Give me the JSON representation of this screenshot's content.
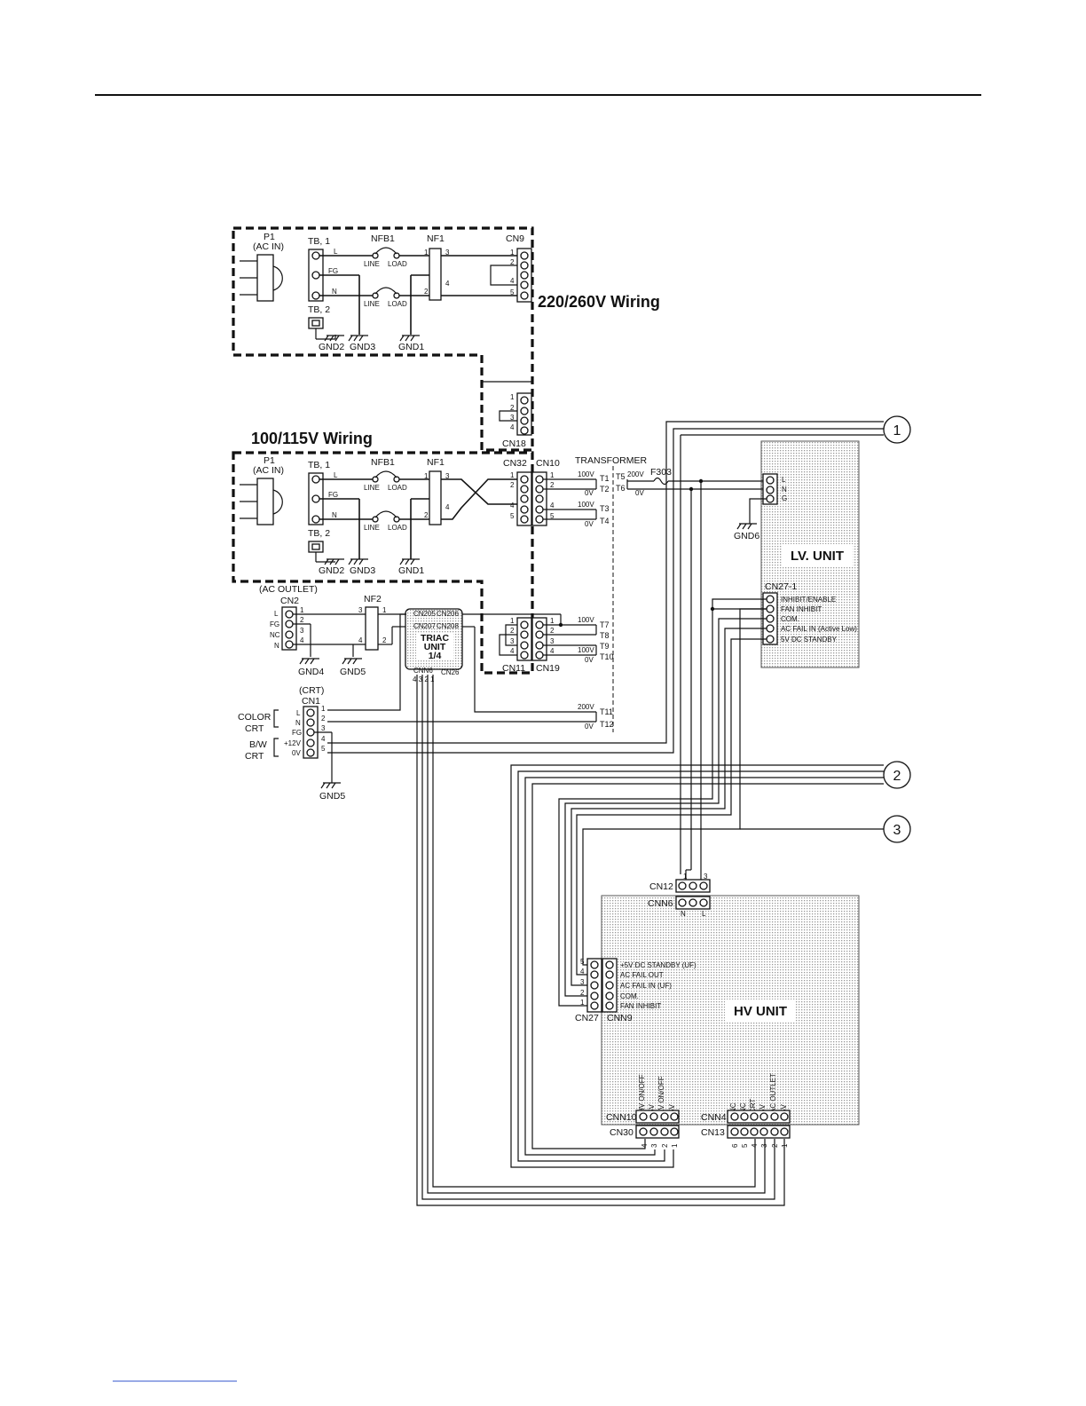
{
  "wiring_220": "220/260V Wiring",
  "wiring_100": "100/115V Wiring",
  "labels": {
    "p1": "P1",
    "ac_in": "(AC IN)",
    "tb1": "TB, 1",
    "tb2": "TB, 2",
    "nfb1": "NFB1",
    "nf1": "NF1",
    "nf2": "NF2",
    "line": "LINE",
    "load": "LOAD",
    "l": "L",
    "fg": "FG",
    "n": "N",
    "nc": "NC",
    "g": "G",
    "gnd1": "GND1",
    "gnd2": "GND2",
    "gnd3": "GND3",
    "gnd4": "GND4",
    "gnd5": "GND5",
    "gnd6": "GND6",
    "cn9": "CN9",
    "cn18": "CN18",
    "cn32": "CN32",
    "cn10": "CN10",
    "cn11": "CN11",
    "cn19": "CN19",
    "cn2": "CN2",
    "cn1": "CN1",
    "ac_outlet": "(AC OUTLET)",
    "crt": "(CRT)",
    "color": "COLOR",
    "crt_word": "CRT",
    "bw": "B/W",
    "p12v": "+12V",
    "zero_v": "0V",
    "transformer": "TRANSFORMER",
    "f303": "F303",
    "v100": "100V",
    "v200": "200V",
    "v0": "0V",
    "t1": "T1",
    "t2": "T2",
    "t3": "T3",
    "t4": "T4",
    "t5": "T5",
    "t6": "T6",
    "t7": "T7",
    "t8": "T8",
    "t9": "T9",
    "t10": "T10",
    "t11": "T11",
    "t12": "T12",
    "triac1": "TRIAC",
    "triac2": "UNIT",
    "triac3": "1/4",
    "cnn5": "CNN5",
    "cn205": "CN205",
    "cn206": "CN206",
    "cn207": "CN207",
    "cn208": "CN208",
    "cnn6_lbl": "CNN6",
    "cn26": "CN26",
    "lv_unit": "LV. UNIT",
    "hv_unit": "HV UNIT",
    "cn27_1": "CN27-1",
    "cn27": "CN27",
    "cnn9": "CNN9",
    "cn12": "CN12",
    "cnn6": "CNN6",
    "cnn10": "CNN10",
    "cn30": "CN30",
    "cnn4": "CNN4",
    "cn13": "CN13",
    "ref1": "1",
    "ref2": "2",
    "ref3": "3"
  },
  "lv_signals": [
    "INHIBIT/ENABLE",
    "FAN INHIBIT",
    "COM.",
    "AC FAIL IN (Active Low)",
    "5V DC STANDBY"
  ],
  "hv_signals": [
    "+5V DC STANDBY (UF)",
    "AC FAIL OUT",
    "AC FAIL IN (UF)",
    "COM.",
    "FAN INHIBIT"
  ],
  "cnn10_signals": [
    "HV ON/OFF",
    "5V",
    "LV ON/OFF",
    "5V"
  ],
  "cnn4_signals": [
    "NC",
    "NC",
    "CRT",
    "5V",
    "AC OUTLET",
    "5V"
  ]
}
